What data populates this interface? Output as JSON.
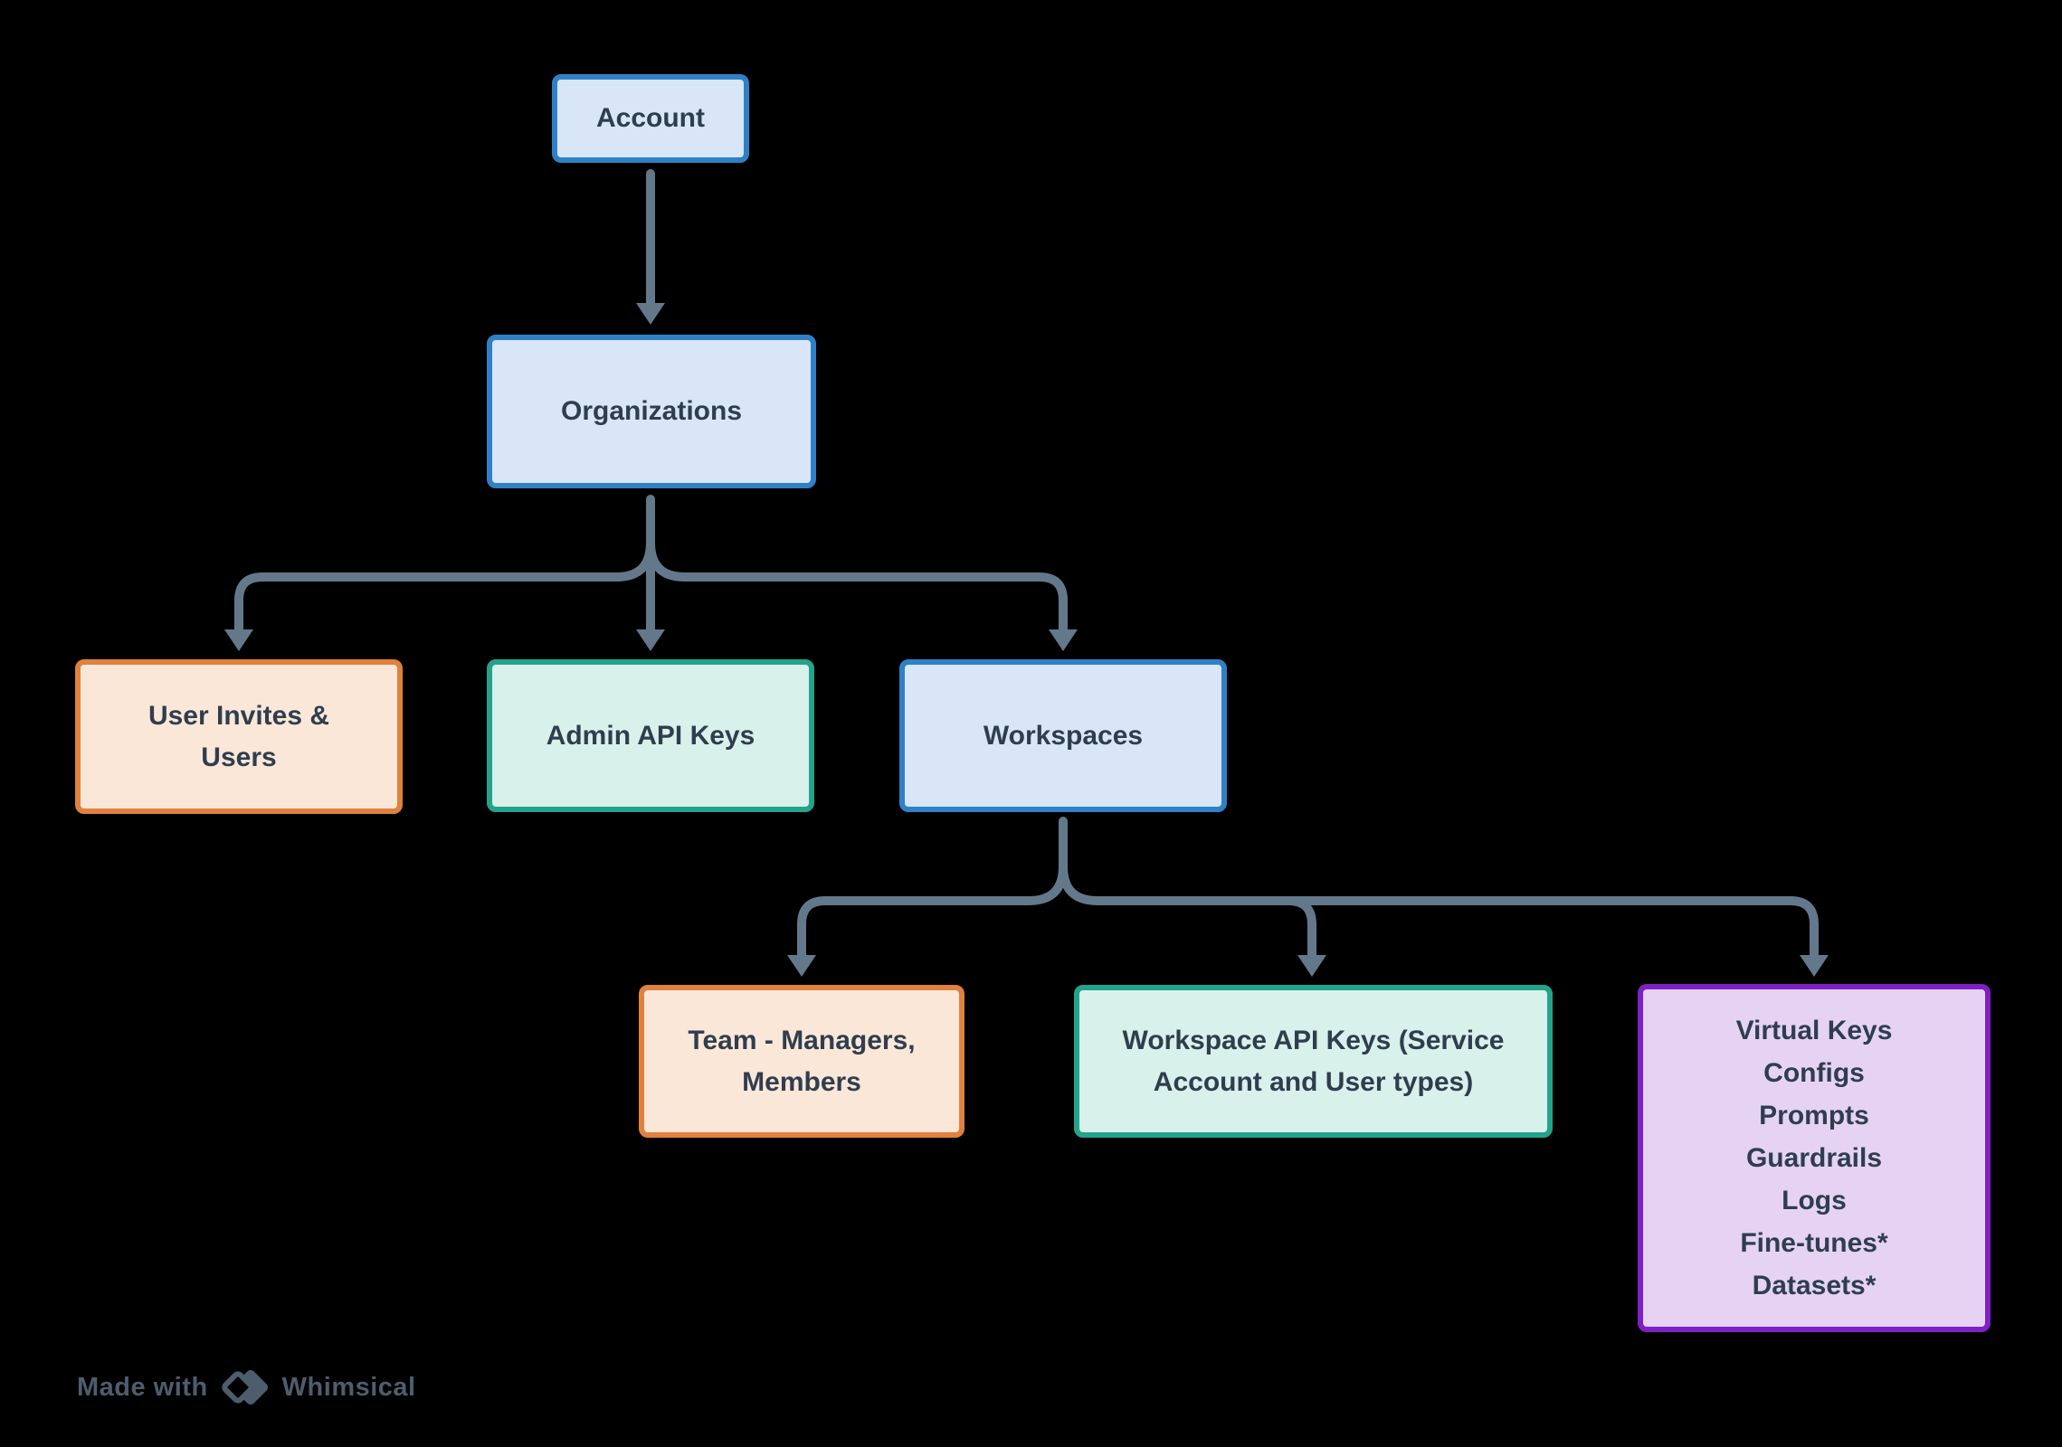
{
  "colors": {
    "background": "#000000",
    "text": "#2f3e4e",
    "connector": "#64788c",
    "blue_fill": "#d8e6f7",
    "blue_border": "#2f81c6",
    "orange_fill": "#fbe7d8",
    "orange_border": "#e0813d",
    "teal_fill": "#d8f1eb",
    "teal_border": "#23a38a",
    "purple_fill": "#e6d3f4",
    "purple_border": "#7f1fc6",
    "watermark": "#4e5d6d"
  },
  "diagram": {
    "nodes": {
      "account": {
        "label": "Account",
        "color": "blue"
      },
      "organizations": {
        "label": "Organizations",
        "color": "blue"
      },
      "user_invites": {
        "label": "User Invites & Users",
        "color": "orange"
      },
      "admin_api_keys": {
        "label": "Admin API Keys",
        "color": "teal"
      },
      "workspaces": {
        "label": "Workspaces",
        "color": "blue"
      },
      "team": {
        "label": "Team - Managers, Members",
        "color": "orange"
      },
      "workspace_api_keys": {
        "label": "Workspace API Keys (Service Account and User types)",
        "color": "teal"
      },
      "workspace_resources": {
        "color": "purple",
        "lines": [
          "Virtual Keys",
          "Configs",
          "Prompts",
          "Guardrails",
          "Logs",
          "Fine-tunes*",
          "Datasets*"
        ]
      }
    },
    "edges": [
      {
        "from": "account",
        "to": "organizations"
      },
      {
        "from": "organizations",
        "to": "user_invites"
      },
      {
        "from": "organizations",
        "to": "admin_api_keys"
      },
      {
        "from": "organizations",
        "to": "workspaces"
      },
      {
        "from": "workspaces",
        "to": "team"
      },
      {
        "from": "workspaces",
        "to": "workspace_api_keys"
      },
      {
        "from": "workspaces",
        "to": "workspace_resources"
      }
    ]
  },
  "watermark": {
    "prefix": "Made with",
    "brand": "Whimsical"
  }
}
